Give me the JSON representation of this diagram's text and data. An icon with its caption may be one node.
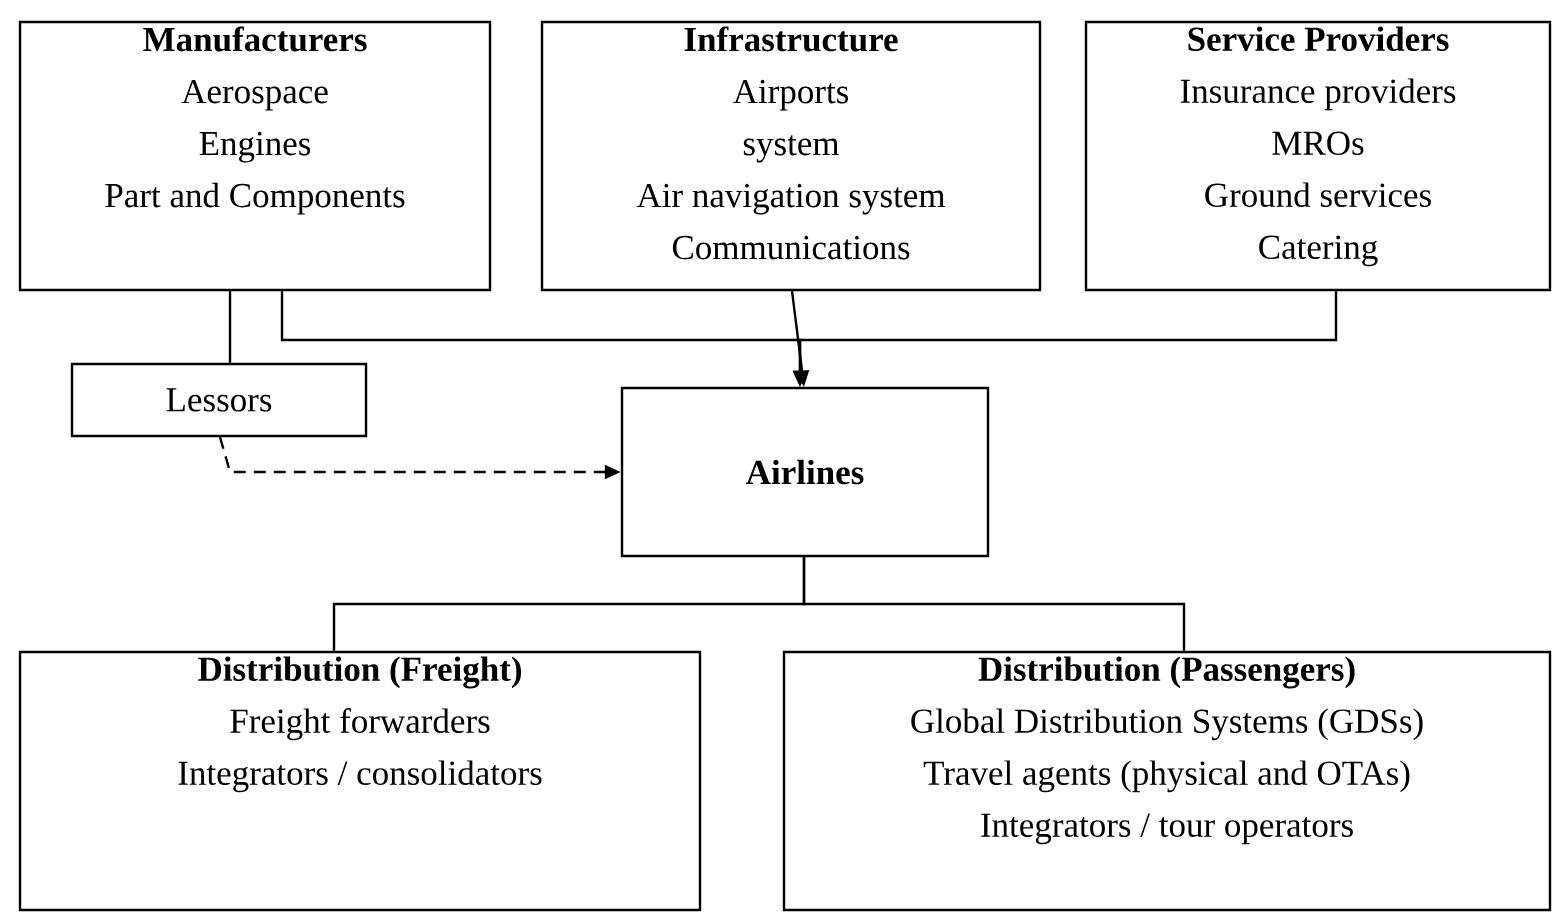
{
  "diagram": {
    "nodes": [
      {
        "text": [
          "Manufacturers",
          "Aerospace",
          "Engines",
          "Part and Components"
        ]
      },
      {
        "text": [
          "Lessors"
        ]
      },
      {
        "text": [
          "Infrastructure",
          "Airports",
          "system",
          "Air navigation system",
          "Communications"
        ]
      },
      {
        "text": [
          "Service Providers",
          "Insurance providers",
          "MROs",
          "Ground services",
          "Catering"
        ]
      },
      {
        "text": [
          "Airlines"
        ]
      },
      {
        "text": [
          "Distribution (Freight)",
          "Freight forwarders",
          "Integrators / consolidators"
        ]
      },
      {
        "text": [
          "Distribution (Passengers)",
          "Global Distribution Systems (GDSs)",
          "Travel agents (physical and OTAs)",
          "Integrators / tour operators"
        ]
      }
    ],
    "edges": [
      {
        "from": 0,
        "to": 1,
        "arrow": "none"
      },
      {
        "from": 0,
        "to": 4,
        "arrow": "to"
      },
      {
        "from": 2,
        "to": 4,
        "arrow": "to"
      },
      {
        "from": 3,
        "to": 4,
        "arrow": "to"
      },
      {
        "from": 1,
        "to": 4,
        "arrow": "to",
        "style": "dashed"
      },
      {
        "from": 4,
        "to": 5,
        "arrow": "none"
      },
      {
        "from": 4,
        "to": 6,
        "arrow": "none"
      }
    ]
  }
}
